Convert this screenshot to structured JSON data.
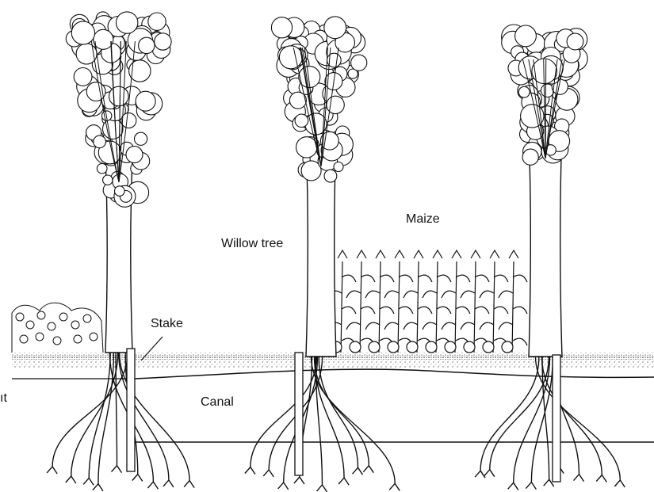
{
  "labels": {
    "maize": "Maize",
    "willow_tree": "Willow tree",
    "stake": "Stake",
    "canal": "Canal",
    "left_cut": "ıt"
  },
  "colors": {
    "ink": "#111111",
    "background": "#ffffff"
  }
}
